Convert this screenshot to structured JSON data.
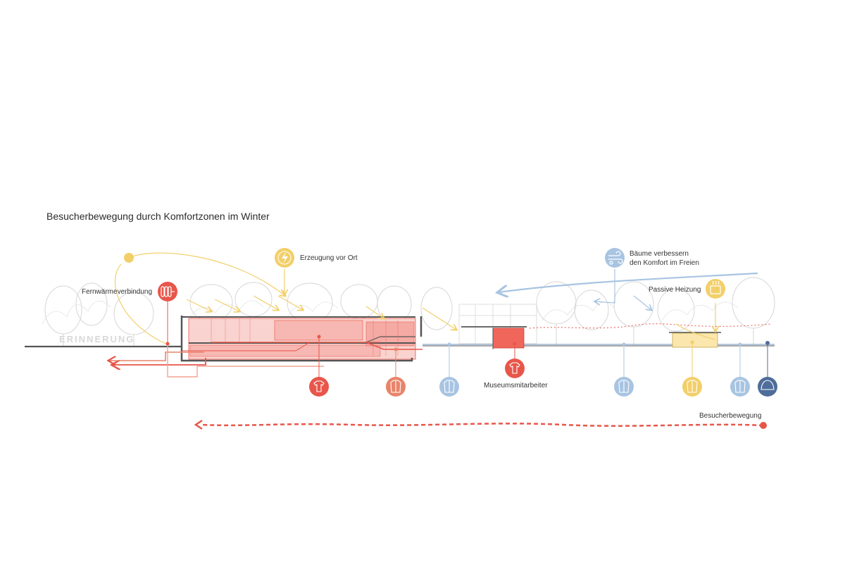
{
  "title": "Besucherbewegung durch Komfortzonen im Winter",
  "engraving": "ERINNERUNG",
  "labels": {
    "district_heating": "Fernwärmeverbindung",
    "onsite_generation": "Erzeugung vor Ort",
    "trees_line1": "Bäume verbessern",
    "trees_line2": "den Komfort im Freien",
    "passive_heating": "Passive Heizung",
    "museum_staff": "Museumsmitarbeiter",
    "visitor_movement": "Besucherbewegung"
  },
  "colors": {
    "red": "#e8564a",
    "salmon": "#e9846a",
    "yellow": "#f2cf6a",
    "blue_light": "#a8c4e2",
    "blue_dark": "#4f6d9a",
    "building_fill": "#f7b7b2",
    "ground": "#555555",
    "tree_gray": "#d9d9d9"
  },
  "icons": {
    "sun": "sun-icon",
    "radiator": "radiator-icon",
    "lightning": "lightning-icon",
    "wind": "wind-icon",
    "passive_heater": "heater-icon",
    "clothing": [
      "tshirt-icon",
      "jacket-icon",
      "coat-icon",
      "tshirt-icon",
      "coat-icon",
      "coat-icon",
      "coat-icon",
      "coat-icon",
      "winter-hat-icon"
    ]
  }
}
